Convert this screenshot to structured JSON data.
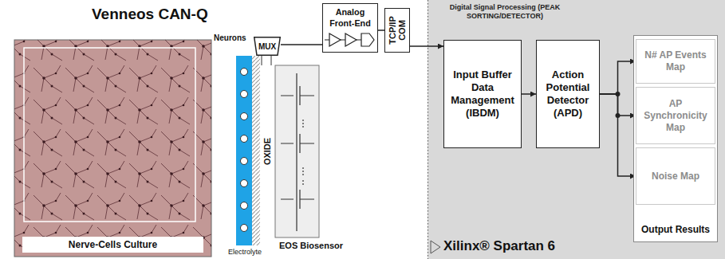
{
  "diagram": {
    "title": "Venneos CAN-Q",
    "nodes": [
      {
        "text": [
          "Nerve-Cells Culture"
        ]
      },
      {
        "text": [
          "MUX"
        ]
      },
      {
        "text": [
          "Analog Front-End"
        ]
      },
      {
        "text": [
          "TCP/IP COM"
        ]
      },
      {
        "text": [
          "Digital Signal Processing (PEAK SORTING/DETECTOR)",
          "Xilinx® Spartan 6"
        ]
      },
      {
        "text": [
          "Input Buffer Data Management (IBDM)"
        ],
        "in": 4
      },
      {
        "text": [
          "Action Potential Detector (APD)"
        ],
        "in": 4
      },
      {
        "text": [
          "Output Results"
        ],
        "in": 4
      },
      {
        "text": [
          "N# AP Events Map"
        ],
        "in": 7
      },
      {
        "text": [
          "AP Synchronicity Map"
        ],
        "in": 7
      },
      {
        "text": [
          "Noise Map"
        ],
        "in": 7
      }
    ],
    "edges": [
      {
        "from": 1,
        "to": 2,
        "arrow": "none"
      },
      {
        "from": 2,
        "to": 3,
        "arrow": "none"
      },
      {
        "from": 3,
        "to": 5,
        "arrow": "to"
      },
      {
        "from": 5,
        "to": 6,
        "arrow": "to"
      },
      {
        "from": 6,
        "to": 8,
        "arrow": "to"
      },
      {
        "from": 6,
        "to": 9,
        "arrow": "to"
      },
      {
        "from": 6,
        "to": 10,
        "arrow": "to"
      }
    ],
    "labels": [
      "Neurons",
      "OXIDE",
      "EOS Biosensor",
      "Electrolyte"
    ]
  }
}
